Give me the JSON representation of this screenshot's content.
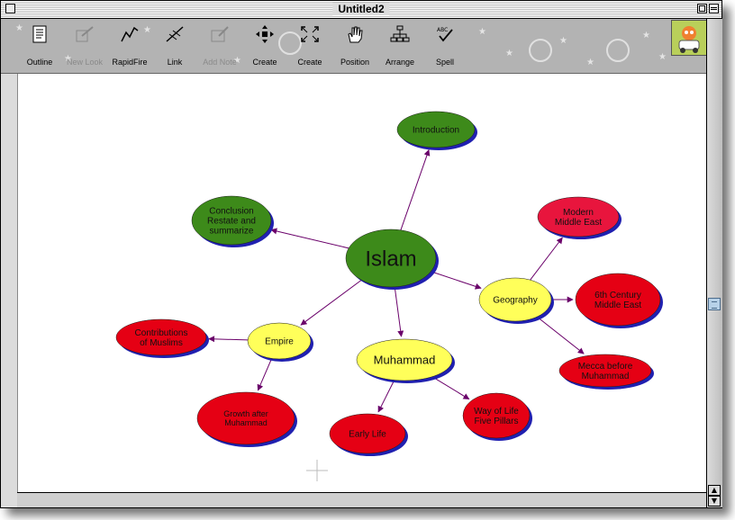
{
  "window": {
    "title": "Untitled2"
  },
  "toolbar": {
    "tools": [
      {
        "label": "Outline",
        "icon": "outline-icon",
        "enabled": true
      },
      {
        "label": "New Look",
        "icon": "new-look-icon",
        "enabled": false
      },
      {
        "label": "RapidFire",
        "icon": "rapidfire-icon",
        "enabled": true
      },
      {
        "label": "Link",
        "icon": "link-icon",
        "enabled": true
      },
      {
        "label": "Add Note",
        "icon": "add-note-icon",
        "enabled": false
      },
      {
        "label": "Create",
        "icon": "create-arrows-icon",
        "enabled": true
      },
      {
        "label": "Create",
        "icon": "create-expand-icon",
        "enabled": true
      },
      {
        "label": "Position",
        "icon": "hand-icon",
        "enabled": true
      },
      {
        "label": "Arrange",
        "icon": "arrange-icon",
        "enabled": true
      },
      {
        "label": "Spell",
        "icon": "spell-check-icon",
        "enabled": true
      }
    ]
  },
  "colors": {
    "green": "#3d8a1a",
    "yellow": "#ffff5a",
    "red": "#e50014",
    "crimson": "#e8153d",
    "shadow": "#2020b0",
    "link": "#6a006a"
  },
  "diagram": {
    "nodes": [
      {
        "id": "islam",
        "lines": [
          "Islam"
        ],
        "color": "green"
      },
      {
        "id": "introduction",
        "lines": [
          "Introduction"
        ],
        "color": "green"
      },
      {
        "id": "conclusion",
        "lines": [
          "Conclusion",
          "Restate and",
          "summarize"
        ],
        "color": "green"
      },
      {
        "id": "geography",
        "lines": [
          "Geography"
        ],
        "color": "yellow"
      },
      {
        "id": "modern",
        "lines": [
          "Modern",
          "Middle East"
        ],
        "color": "crimson"
      },
      {
        "id": "sixth",
        "lines": [
          "6th Century",
          "Middle East"
        ],
        "color": "red"
      },
      {
        "id": "mecca",
        "lines": [
          "Mecca before",
          "Muhammad"
        ],
        "color": "red"
      },
      {
        "id": "muhammad",
        "lines": [
          "Muhammad"
        ],
        "color": "yellow"
      },
      {
        "id": "earlylife",
        "lines": [
          "Early Life"
        ],
        "color": "red"
      },
      {
        "id": "wayoflife",
        "lines": [
          "Way of Life",
          "Five Pillars"
        ],
        "color": "red"
      },
      {
        "id": "empire",
        "lines": [
          "Empire"
        ],
        "color": "yellow"
      },
      {
        "id": "contributions",
        "lines": [
          "Contributions",
          "of Muslims"
        ],
        "color": "red"
      },
      {
        "id": "growth",
        "lines": [
          "Growth after",
          "Muhammad"
        ],
        "color": "red"
      }
    ],
    "links": [
      {
        "from": "islam",
        "to": "introduction"
      },
      {
        "from": "islam",
        "to": "conclusion"
      },
      {
        "from": "islam",
        "to": "geography"
      },
      {
        "from": "islam",
        "to": "muhammad"
      },
      {
        "from": "islam",
        "to": "empire"
      },
      {
        "from": "geography",
        "to": "modern"
      },
      {
        "from": "geography",
        "to": "sixth"
      },
      {
        "from": "geography",
        "to": "mecca"
      },
      {
        "from": "muhammad",
        "to": "earlylife"
      },
      {
        "from": "muhammad",
        "to": "wayoflife"
      },
      {
        "from": "empire",
        "to": "contributions"
      },
      {
        "from": "empire",
        "to": "growth"
      }
    ]
  }
}
